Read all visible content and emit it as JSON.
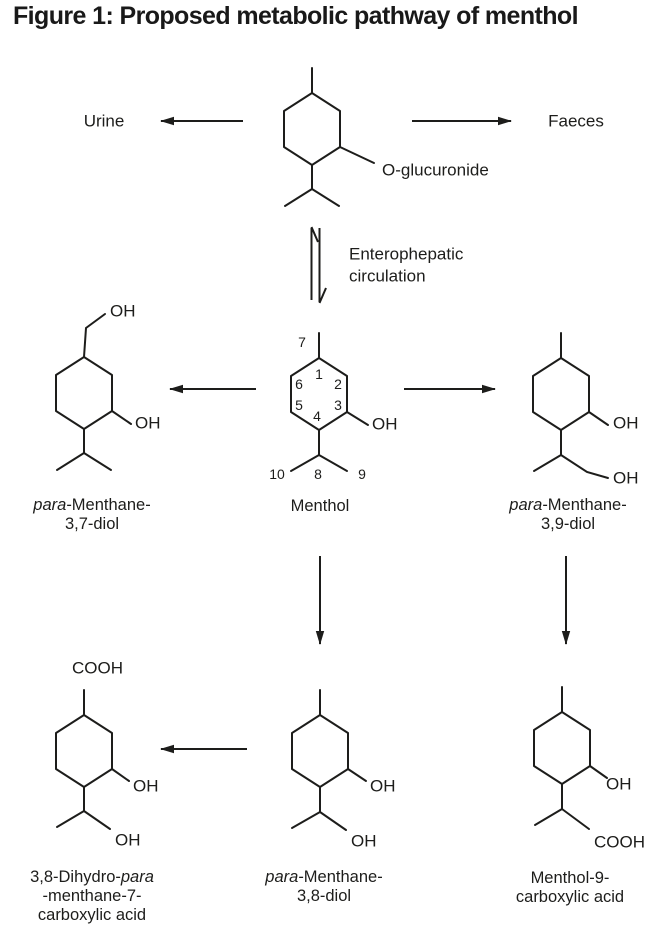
{
  "figure": {
    "title": "Figure 1: Proposed metabolic pathway of menthol"
  },
  "excretion": {
    "urine": "Urine",
    "faeces": "Faeces"
  },
  "recirculation": {
    "line1": "Enterophepatic",
    "line2": "circulation"
  },
  "glucuronide": {
    "substituent": "O-glucuronide"
  },
  "atom_labels": {
    "oh": "OH",
    "cooh": "COOH"
  },
  "menthol": {
    "name": "Menthol",
    "numbering": {
      "c1": "1",
      "c2": "2",
      "c3": "3",
      "c4": "4",
      "c5": "5",
      "c6": "6",
      "c7": "7",
      "c8": "8",
      "c9": "9",
      "c10": "10"
    }
  },
  "compounds": {
    "pmd37": {
      "prefix_italic": "para",
      "line1_rest": "-Menthane-",
      "line2": "3,7-diol"
    },
    "pmd39": {
      "prefix_italic": "para",
      "line1_rest": "-Menthane-",
      "line2": "3,9-diol"
    },
    "pmd38": {
      "prefix_italic": "para",
      "line1_rest": "-Menthane-",
      "line2": "3,8-diol"
    },
    "dihydro_pmca": {
      "line1_pre": "3,8-Dihydro-",
      "line1_italic": "para",
      "line2": "-menthane-7-",
      "line3": "carboxylic acid"
    },
    "menthol9ca": {
      "line1": "Menthol-9-",
      "line2": "carboxylic acid"
    }
  },
  "colors": {
    "ink": "#1d1d1b",
    "background": "#ffffff"
  }
}
